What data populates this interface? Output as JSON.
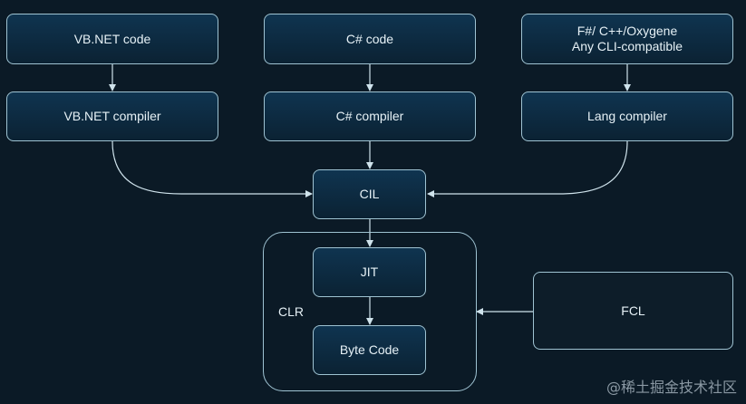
{
  "diagram": {
    "nodes": {
      "vbnet_code": "VB.NET code",
      "csharp_code": "C# code",
      "other_code_line1": "F#/ C++/Oxygene",
      "other_code_line2": "Any CLI-compatible",
      "vbnet_compiler": "VB.NET compiler",
      "csharp_compiler": "C# compiler",
      "lang_compiler": "Lang compiler",
      "cil": "CIL",
      "jit": "JIT",
      "byte_code": "Byte Code",
      "clr": "CLR",
      "fcl": "FCL"
    },
    "edges": [
      [
        "VB.NET code",
        "VB.NET compiler"
      ],
      [
        "C# code",
        "C# compiler"
      ],
      [
        "F#/ C++/Oxygene Any CLI-compatible",
        "Lang compiler"
      ],
      [
        "VB.NET compiler",
        "CIL"
      ],
      [
        "C# compiler",
        "CIL"
      ],
      [
        "Lang compiler",
        "CIL"
      ],
      [
        "CIL",
        "JIT"
      ],
      [
        "JIT",
        "Byte Code"
      ],
      [
        "FCL",
        "CLR"
      ]
    ]
  },
  "watermark": "@稀土掘金技术社区",
  "colors": {
    "background": "#0b1a26",
    "box_fill": "#0f3450",
    "stroke": "#9fc3d2",
    "text": "#e6f1f6"
  }
}
